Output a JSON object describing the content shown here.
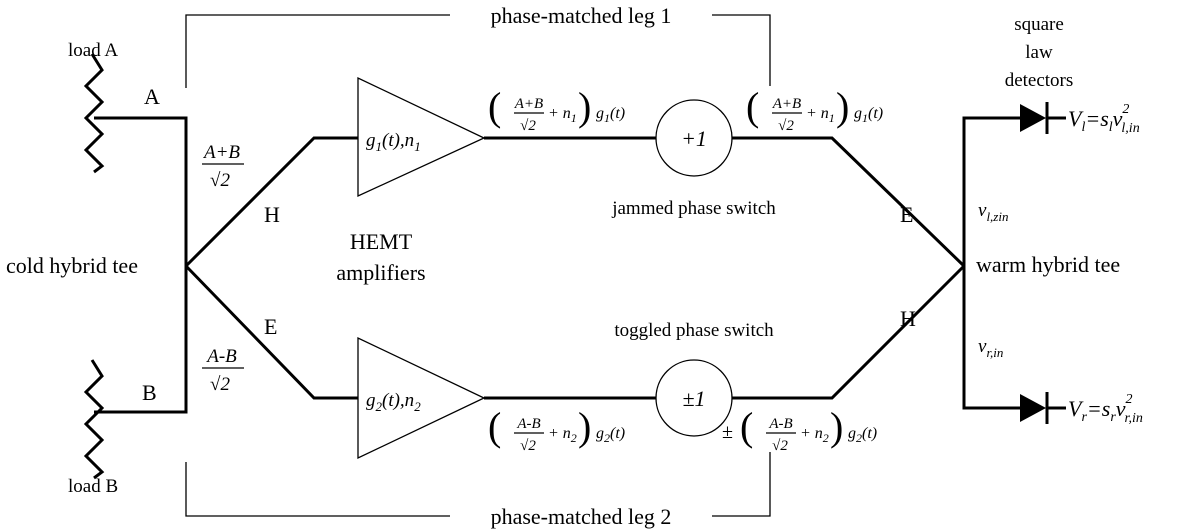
{
  "leg1_label": "phase-matched leg 1",
  "leg2_label": "phase-matched leg 2",
  "load_a_label": "load A",
  "load_b_label": "load B",
  "port_a": "A",
  "port_b": "B",
  "cold_tee_label": "cold hybrid tee",
  "warm_tee_label": "warm hybrid tee",
  "cold_upper_arm": "H",
  "cold_lower_arm": "E",
  "warm_upper_arm": "E",
  "warm_lower_arm": "H",
  "sum_num": "A+B",
  "diff_num": "A-B",
  "sqrt2": "√2",
  "amp_label_1": "HEMT",
  "amp_label_2": "amplifiers",
  "amp1_g": "g",
  "amp1_g_sub": "1",
  "amp1_rest": "(t),n",
  "amp1_n_sub": "1",
  "amp2_g": "g",
  "amp2_g_sub": "2",
  "amp2_rest": "(t),n",
  "amp2_n_sub": "2",
  "jammed_label": "jammed phase switch",
  "jammed_symbol": "+1",
  "toggled_label": "toggled phase switch",
  "toggled_symbol": "±1",
  "detectors_label_1": "square",
  "detectors_label_2": "law",
  "detectors_label_3": "detectors",
  "expr": {
    "lparen": "(",
    "rparen": ")",
    "plus_n": "+ n",
    "sub1": "1",
    "sub2": "2",
    "g": "g",
    "t": "(t)",
    "pm": "±"
  },
  "v_l_zin": "v",
  "v_l_zin_sub": "l,zin",
  "v_r_in": "v",
  "v_r_in_sub": "r,in",
  "out_l": {
    "V": "V",
    "V_sub": "l",
    "eq": "=s",
    "s_sub": "l",
    "v": "v",
    "v_sub": "l,in",
    "sup": "2"
  },
  "out_r": {
    "V": "V",
    "V_sub": "r",
    "eq": "=s",
    "s_sub": "r",
    "v": "v",
    "v_sub": "r,in",
    "sup": "2"
  }
}
